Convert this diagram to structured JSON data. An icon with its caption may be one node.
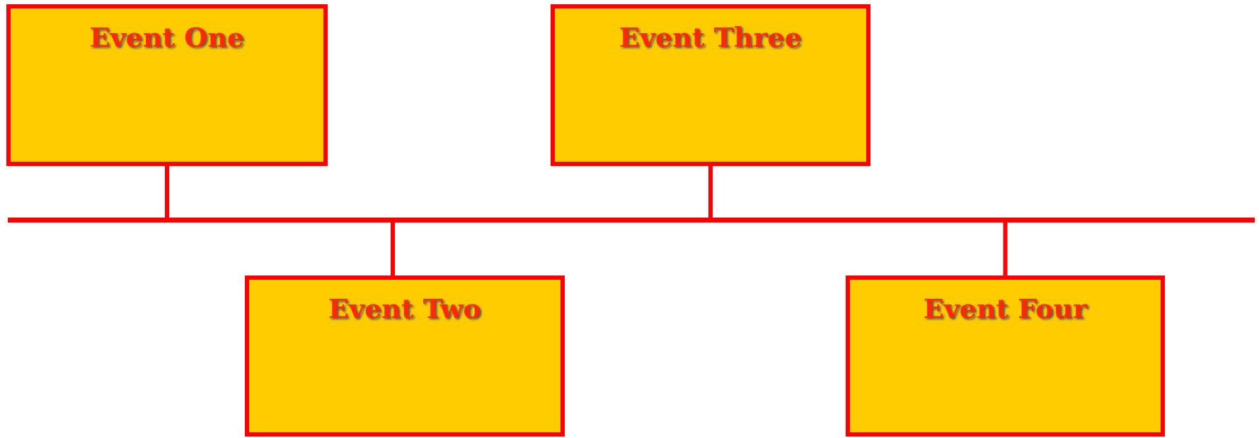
{
  "diagram": {
    "nodes": [
      {
        "text": [
          "Event One"
        ]
      },
      {
        "text": [
          "Event Three"
        ]
      },
      {
        "text": [],
        "shape": "bar"
      },
      {
        "text": [
          "Event Two"
        ]
      },
      {
        "text": [
          "Event Four"
        ]
      }
    ],
    "edges": [
      {
        "from": 0,
        "to": 2,
        "arrow": "none"
      },
      {
        "from": 1,
        "to": 2,
        "arrow": "none"
      },
      {
        "from": 3,
        "to": 2,
        "arrow": "none"
      },
      {
        "from": 4,
        "to": 2,
        "arrow": "none"
      }
    ]
  }
}
